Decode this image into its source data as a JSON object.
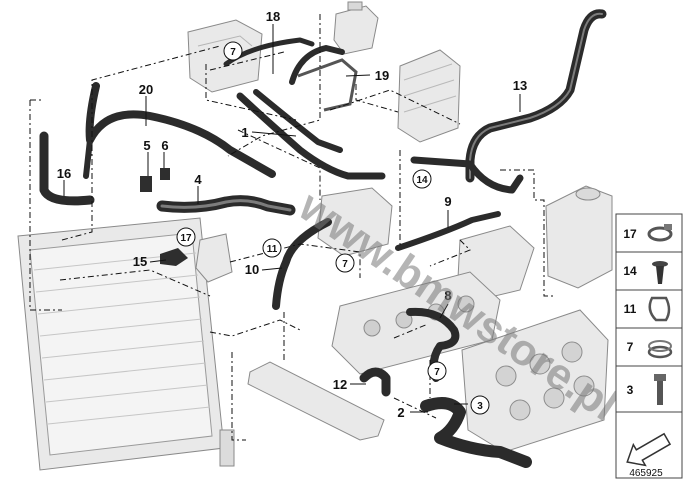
{
  "diagram": {
    "callouts": [
      {
        "id": "c18",
        "label": "18"
      },
      {
        "id": "c19",
        "label": "19"
      },
      {
        "id": "c20",
        "label": "20"
      },
      {
        "id": "c13",
        "label": "13"
      },
      {
        "id": "c1",
        "label": "1"
      },
      {
        "id": "c5",
        "label": "5"
      },
      {
        "id": "c6",
        "label": "6"
      },
      {
        "id": "c16",
        "label": "16"
      },
      {
        "id": "c4",
        "label": "4"
      },
      {
        "id": "c9",
        "label": "9"
      },
      {
        "id": "c15",
        "label": "15"
      },
      {
        "id": "c10",
        "label": "10"
      },
      {
        "id": "c8",
        "label": "8"
      },
      {
        "id": "c12",
        "label": "12"
      },
      {
        "id": "c2",
        "label": "2"
      }
    ],
    "circled_refs": [
      {
        "id": "r7a",
        "label": "7"
      },
      {
        "id": "r14",
        "label": "14"
      },
      {
        "id": "r17",
        "label": "17"
      },
      {
        "id": "r11",
        "label": "11"
      },
      {
        "id": "r7b",
        "label": "7"
      },
      {
        "id": "r7c",
        "label": "7"
      },
      {
        "id": "r3",
        "label": "3"
      }
    ],
    "watermark": "www.bmwstore.pl",
    "reference_number": "465925"
  },
  "legend": {
    "items": [
      {
        "label": "17",
        "part": "hose-clamp"
      },
      {
        "label": "14",
        "part": "expanding-rivet"
      },
      {
        "label": "11",
        "part": "holder-clip"
      },
      {
        "label": "7",
        "part": "spring-band-clamp"
      },
      {
        "label": "3",
        "part": "screw"
      }
    ]
  }
}
